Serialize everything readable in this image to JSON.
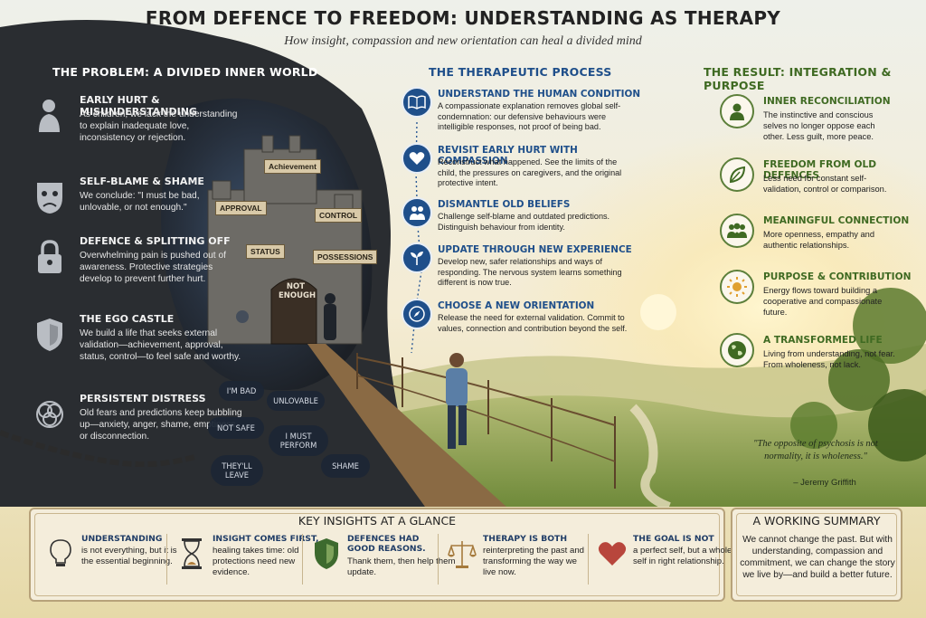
{
  "header": {
    "title": "FROM DEFENCE TO FREEDOM: UNDERSTANDING AS THERAPY",
    "subtitle": "How insight, compassion and new orientation can heal a divided mind"
  },
  "columns": {
    "problem": "THE PROBLEM: A DIVIDED INNER WORLD",
    "process": "THE THERAPEUTIC PROCESS",
    "result": "THE RESULT: INTEGRATION & PURPOSE"
  },
  "problem_items": [
    {
      "icon": "child-icon",
      "title": "EARLY HURT & MISUNDERSTANDING",
      "text": "As children, we lack the understanding to explain inadequate love, inconsistency or rejection."
    },
    {
      "icon": "mask-icon",
      "title": "SELF-BLAME & SHAME",
      "text": "We conclude: \"I must be bad, unlovable, or not enough.\""
    },
    {
      "icon": "padlock-icon",
      "title": "DEFENCE & SPLITTING OFF",
      "text": "Overwhelming pain is pushed out of awareness. Protective strategies develop to prevent further hurt."
    },
    {
      "icon": "shield-icon",
      "title": "THE EGO CASTLE",
      "text": "We build a life that seeks external validation—achievement, approval, status, control—to feel safe and worthy."
    },
    {
      "icon": "tangle-icon",
      "title": "PERSISTENT DISTRESS",
      "text": "Old fears and predictions keep bubbling up—anxiety, anger, shame, emptiness, or disconnection."
    }
  ],
  "process_items": [
    {
      "icon": "book-icon",
      "title": "UNDERSTAND THE HUMAN CONDITION",
      "text": "A compassionate explanation removes global self-condemnation: our defensive behaviours were intelligible responses, not proof of being bad."
    },
    {
      "icon": "heart-icon",
      "title": "REVISIT EARLY HURT WITH COMPASSION",
      "text": "Reconstruct what happened. See the limits of the child, the pressures on caregivers, and the original protective intent."
    },
    {
      "icon": "people-icon",
      "title": "DISMANTLE OLD BELIEFS",
      "text": "Challenge self-blame and outdated predictions. Distinguish behaviour from identity."
    },
    {
      "icon": "sprout-icon",
      "title": "UPDATE THROUGH NEW EXPERIENCE",
      "text": "Develop new, safer relationships and ways of responding. The nervous system learns something different is now true."
    },
    {
      "icon": "compass-icon",
      "title": "CHOOSE A NEW ORIENTATION",
      "text": "Release the need for external validation. Commit to values, connection and contribution beyond the self."
    }
  ],
  "result_items": [
    {
      "icon": "person-icon",
      "title": "INNER RECONCILIATION",
      "text": "The instinctive and conscious selves no longer oppose each other. Less guilt, more peace."
    },
    {
      "icon": "leaf-icon",
      "title": "FREEDOM FROM OLD DEFENCES",
      "text": "Less need for constant self-validation, control or comparison."
    },
    {
      "icon": "group-icon",
      "title": "MEANINGFUL CONNECTION",
      "text": "More openness, empathy and authentic relationships."
    },
    {
      "icon": "sun-icon",
      "title": "PURPOSE & CONTRIBUTION",
      "text": "Energy flows toward building a cooperative and compassionate future."
    },
    {
      "icon": "globe-icon",
      "title": "A TRANSFORMED LIFE",
      "text": "Living from understanding, not fear. From wholeness, not lack."
    }
  ],
  "quote": {
    "text": "\"The opposite of psychosis is not normality, it is wholeness.\"",
    "author": "– Jeremy Griffith"
  },
  "castle_labels": {
    "achievement": "Achievement",
    "approval": "APPROVAL",
    "control": "CONTROL",
    "status": "STATUS",
    "possessions": "POSSESSIONS",
    "door": "NOT ENOUGH"
  },
  "bubbles": [
    "I'M BAD",
    "UNLOVABLE",
    "NOT SAFE",
    "I MUST PERFORM",
    "THEY'LL LEAVE",
    "SHAME"
  ],
  "insights": {
    "heading": "KEY INSIGHTS AT A GLANCE",
    "items": [
      {
        "icon": "lightbulb-icon",
        "title": "UNDERSTANDING",
        "text": "is not everything, but it is the essential beginning."
      },
      {
        "icon": "hourglass-icon",
        "title": "INSIGHT COMES FIRST,",
        "text": "healing takes time: old protections need new evidence."
      },
      {
        "icon": "shield-icon",
        "title": "DEFENCES HAD GOOD REASONS.",
        "text": "Thank them, then help them update."
      },
      {
        "icon": "scales-icon",
        "title": "THERAPY IS BOTH",
        "text": "reinterpreting the past and transforming the way we live now."
      },
      {
        "icon": "heart-icon",
        "title": "THE GOAL IS NOT",
        "text": "a perfect self, but a whole self in right relationship."
      }
    ]
  },
  "summary": {
    "heading": "A WORKING SUMMARY",
    "text": "We cannot change the past. But with understanding, compassion and commitment, we can change the story we live by—and build a better future."
  },
  "colors": {
    "problem_heading": "#ffffff",
    "process_heading": "#1f4f8a",
    "result_heading": "#3f6a22",
    "insight_title": "#1f3c66"
  }
}
